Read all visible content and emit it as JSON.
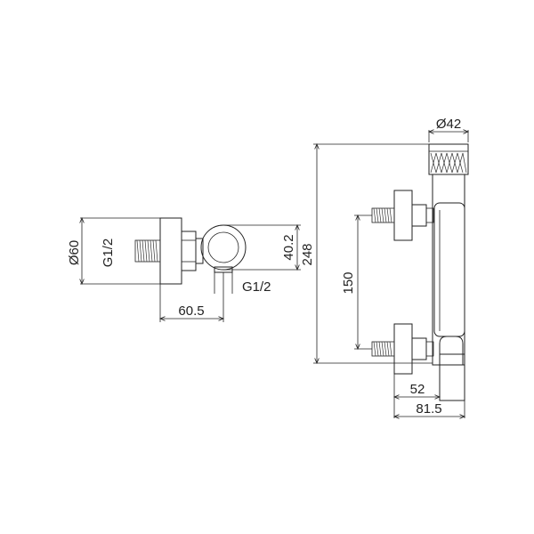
{
  "dimensions": {
    "left_diameter": "Ø60",
    "left_thread": "G1/2",
    "left_bottom_thread": "G1/2",
    "left_depth": "40.2",
    "left_length": "60.5",
    "right_top_diameter": "Ø42",
    "right_total_height": "248",
    "right_spacing": "150",
    "right_inner_width": "52",
    "right_total_width": "81.5"
  }
}
